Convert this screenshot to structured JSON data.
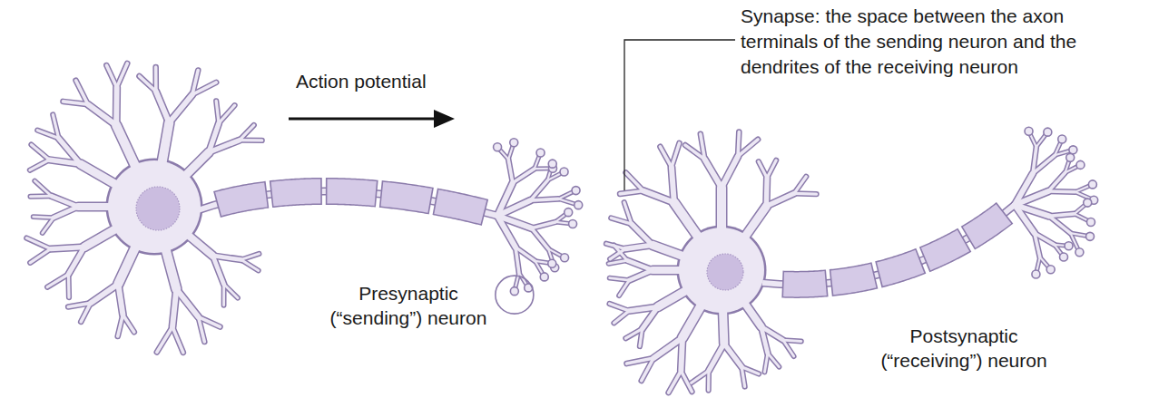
{
  "diagram": {
    "labels": [
      "Action potential",
      "Synapse: the space between the axon terminals of the sending neuron and the dendrites of the receiving neuron",
      "Presynaptic (“sending”) neuron",
      "Postsynaptic (“receiving”) neuron"
    ]
  }
}
